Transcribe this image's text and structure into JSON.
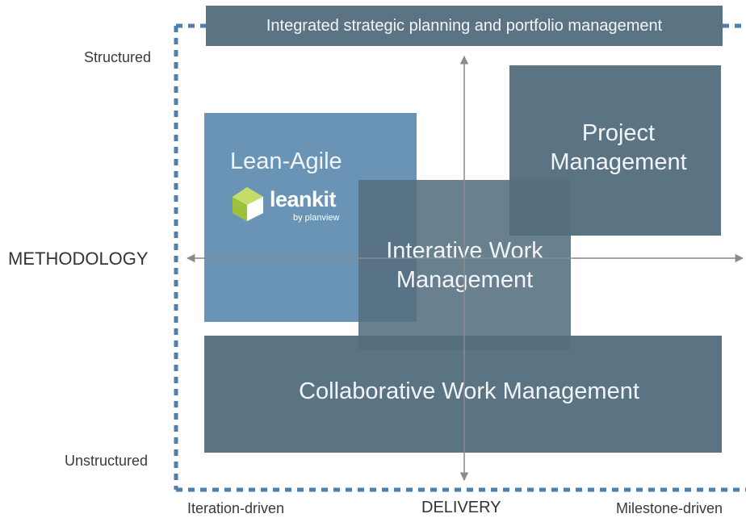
{
  "diagram": {
    "top_banner": "Integrated strategic planning and portfolio management",
    "y_axis": {
      "title": "METHODOLOGY",
      "top_label": "Structured",
      "bottom_label": "Unstructured"
    },
    "x_axis": {
      "title": "DELIVERY",
      "left_label": "Iteration-driven",
      "right_label": "Milestone-driven"
    },
    "boxes": {
      "lean_agile": "Lean-Agile",
      "project_line1": "Project",
      "project_line2": "Management",
      "iterative_line1": "Interative Work",
      "iterative_line2": "Management",
      "collaborative": "Collaborative Work Management"
    },
    "logo": {
      "name": "leankit",
      "tagline": "by planview"
    },
    "colors": {
      "dark_box": "#5b7484",
      "lean_agile_box": "#6a94b5",
      "dashed_border": "#4f7fae",
      "axis": "#8a8a8a"
    }
  }
}
